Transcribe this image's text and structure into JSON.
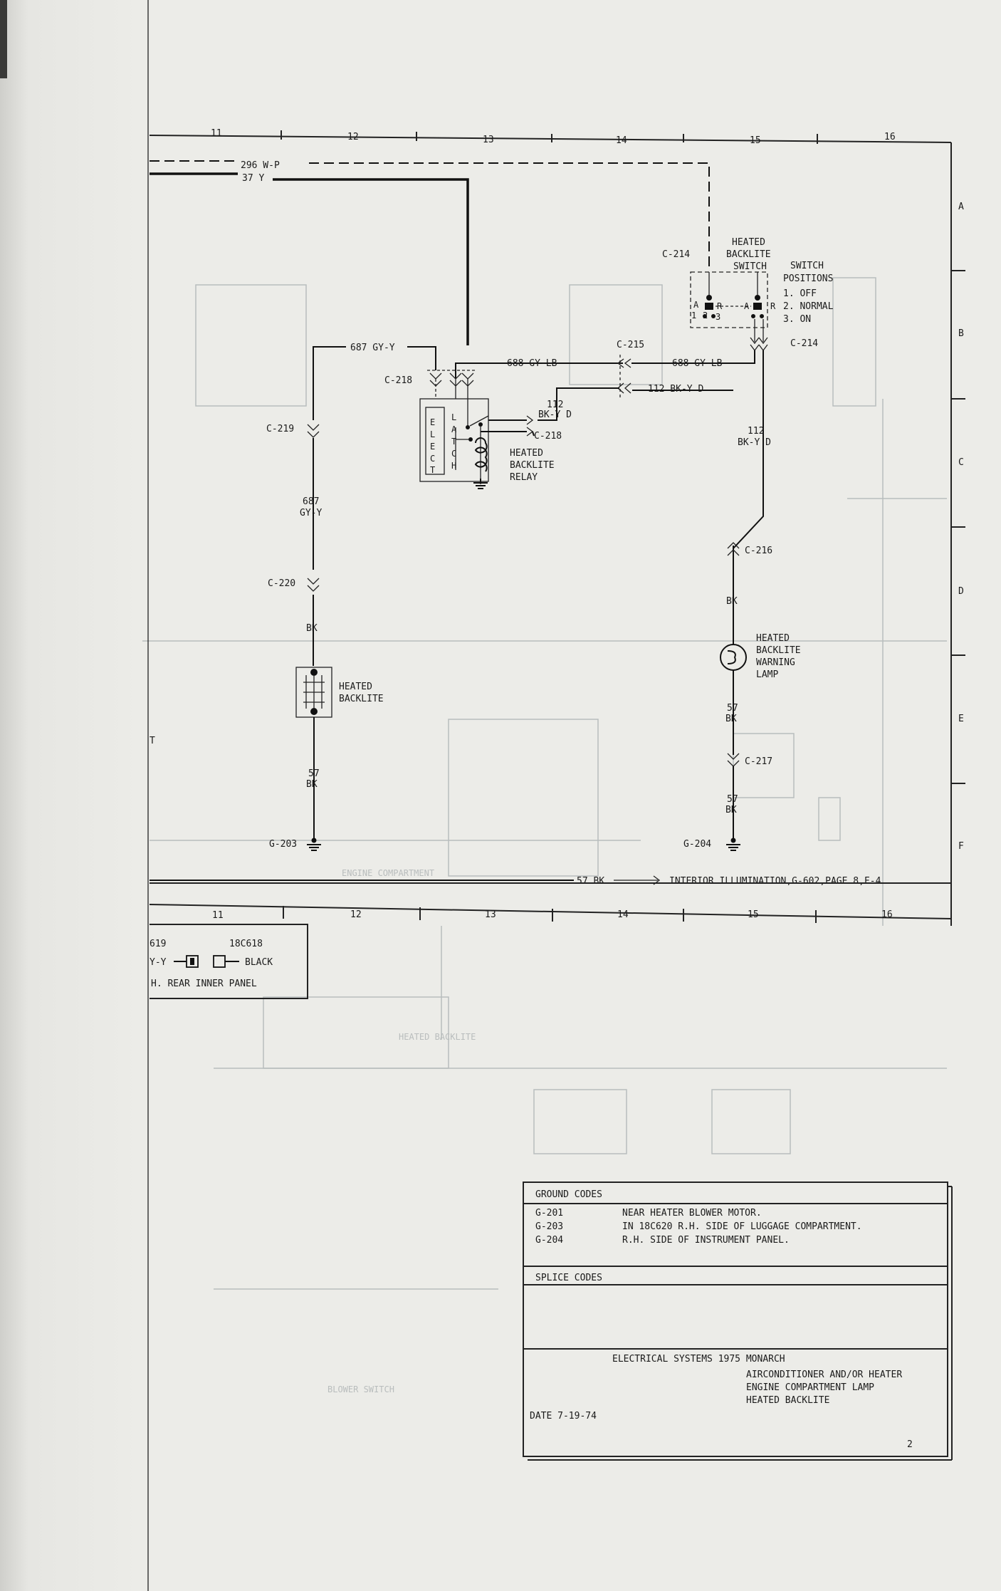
{
  "grid": {
    "columns_top": [
      "11",
      "12",
      "13",
      "14",
      "15",
      "16"
    ],
    "columns_bottom": [
      "11",
      "12",
      "13",
      "14",
      "15",
      "16"
    ],
    "rows": [
      "A",
      "B",
      "C",
      "D",
      "E",
      "F"
    ],
    "left_margin_letter": "T"
  },
  "wires": {
    "top1": "296 W-P",
    "top2": "37 Y",
    "w687": "687 GY-Y",
    "w688a": "688 GY-LB",
    "w688b": "688 GY-LB",
    "w112a_num": "112",
    "w112a_col": "BK-Y D",
    "w112b": "112 BK-Y D",
    "w112c_num": "112",
    "w112c_col": "BK-Y D",
    "w687v_num": "687",
    "w687v_col": "GY-Y",
    "bk1": "BK",
    "bk2": "BK",
    "w57a_num": "57",
    "w57a_col": "BK",
    "w57b_num": "57",
    "w57b_col": "BK",
    "w57c_num": "57",
    "w57c_col": "BK",
    "bottom_wire": "57 BK"
  },
  "connectors": {
    "c214a": "C-214",
    "c214b": "C-214",
    "c215": "C-215",
    "c216": "C-216",
    "c217": "C-217",
    "c218a": "C-218",
    "c218b": "C-218",
    "c219": "C-219",
    "c220": "C-220",
    "g203": "G-203",
    "g204": "G-204"
  },
  "components": {
    "switch_title": [
      "HEATED",
      "BACKLITE",
      "SWITCH"
    ],
    "positions_title": [
      "SWITCH",
      "POSITIONS"
    ],
    "positions": [
      "1. OFF",
      "2. NORMAL",
      "3. ON"
    ],
    "switch_pins": [
      "1",
      "2",
      "3"
    ],
    "switch_pin_letters": [
      "A",
      "R",
      "A",
      "R"
    ],
    "relay_elect": [
      "E",
      "L",
      "E",
      "C",
      "T"
    ],
    "relay_latch": [
      "L",
      "A",
      "T",
      "C",
      "H"
    ],
    "relay_label": [
      "HEATED",
      "BACKLITE",
      "RELAY"
    ],
    "lamp_label": [
      "HEATED",
      "BACKLITE",
      "WARNING",
      "LAMP"
    ],
    "backlite_label": [
      "HEATED",
      "BACKLITE"
    ],
    "interior_ref": "INTERIOR ILLUMINATION,G-602,PAGE 8,F-4"
  },
  "legend": {
    "c619": "619",
    "c18c618": "18C618",
    "wire_end": "Y-Y",
    "color": "BLACK",
    "location": "H. REAR INNER PANEL"
  },
  "ground_codes": {
    "title": "GROUND CODES",
    "items": [
      {
        "code": "G-201",
        "desc": "NEAR HEATER BLOWER MOTOR."
      },
      {
        "code": "G-203",
        "desc": "IN 18C620 R.H. SIDE OF LUGGAGE COMPARTMENT."
      },
      {
        "code": "G-204",
        "desc": "R.H. SIDE OF INSTRUMENT PANEL."
      }
    ]
  },
  "splice_codes": {
    "title": "SPLICE CODES"
  },
  "title_block": {
    "line1": "ELECTRICAL SYSTEMS 1975 MONARCH",
    "line2": "AIRCONDITIONER AND/OR HEATER",
    "line3": "ENGINE COMPARTMENT LAMP",
    "line4": "HEATED BACKLITE",
    "date": "DATE 7-19-74",
    "page": "2"
  }
}
